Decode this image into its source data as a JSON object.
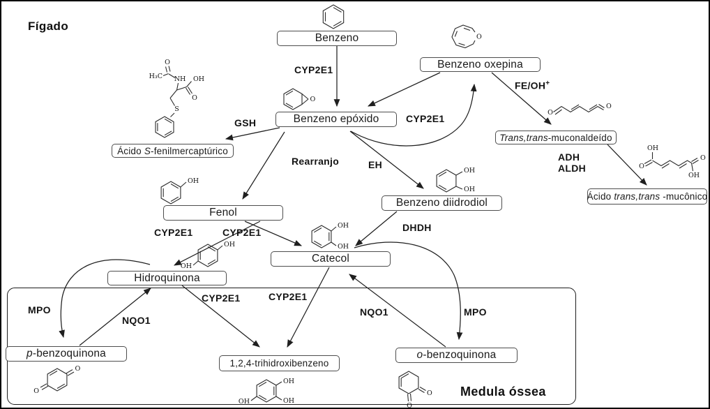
{
  "regions": {
    "liver_label": "Fígado",
    "bone_marrow_label": "Medula óssea"
  },
  "nodes": {
    "benzeno": {
      "label": "Benzeno"
    },
    "benzeno_oxepina": {
      "label": "Benzeno oxepina"
    },
    "benzeno_epoxido": {
      "label": "Benzeno epóxido"
    },
    "acido_s_fenilmercapturico": {
      "prefix": "Ácido ",
      "italic": "S",
      "suffix": "-fenilmercaptúrico"
    },
    "trans_trans_muconaldeido": {
      "italic": "Trans,trans",
      "suffix": "-muconaldeído"
    },
    "acido_trans_trans_muconico": {
      "prefix": "Ácido ",
      "italic": "trans,trans",
      "suffix": " -mucônico"
    },
    "fenol": {
      "label": "Fenol"
    },
    "benzeno_diidrodiol": {
      "label": "Benzeno diidrodiol"
    },
    "catecol": {
      "label": "Catecol"
    },
    "hidroquinona": {
      "label": "Hidroquinona"
    },
    "p_benzoquinona": {
      "italic": "p",
      "suffix": "-benzoquinona"
    },
    "trihidroxibenzeno": {
      "label": "1,2,4-trihidroxibenzeno"
    },
    "o_benzoquinona": {
      "italic": "o",
      "suffix": "-benzoquinona"
    }
  },
  "enzymes": {
    "cyp2e1_benzeno_epoxido": "CYP2E1",
    "cyp2e1_epoxido_oxepina": "CYP2E1",
    "cyp2e1_fenol_hidroquinona": "CYP2E1",
    "cyp2e1_fenol_catecol": "CYP2E1",
    "cyp2e1_hidroquinona_thb": "CYP2E1",
    "cyp2e1_catecol_thb": "CYP2E1",
    "gsh": "GSH",
    "rearranjo": "Rearranjo",
    "eh": "EH",
    "dhdh": "DHDH",
    "fe_oh": {
      "base": "FE/OH",
      "sup": "+"
    },
    "adh": "ADH",
    "aldh": "ALDH",
    "mpo_left": "MPO",
    "mpo_right": "MPO",
    "nqo1_left": "NQO1",
    "nqo1_right": "NQO1"
  },
  "atoms": {
    "oh": "OH",
    "o": "O",
    "s": "S",
    "nh": "NH",
    "h3c": "H₃C"
  },
  "colors": {
    "ink": "#1a1a1a",
    "box_border": "#4d4d4d",
    "background": "#ffffff"
  }
}
